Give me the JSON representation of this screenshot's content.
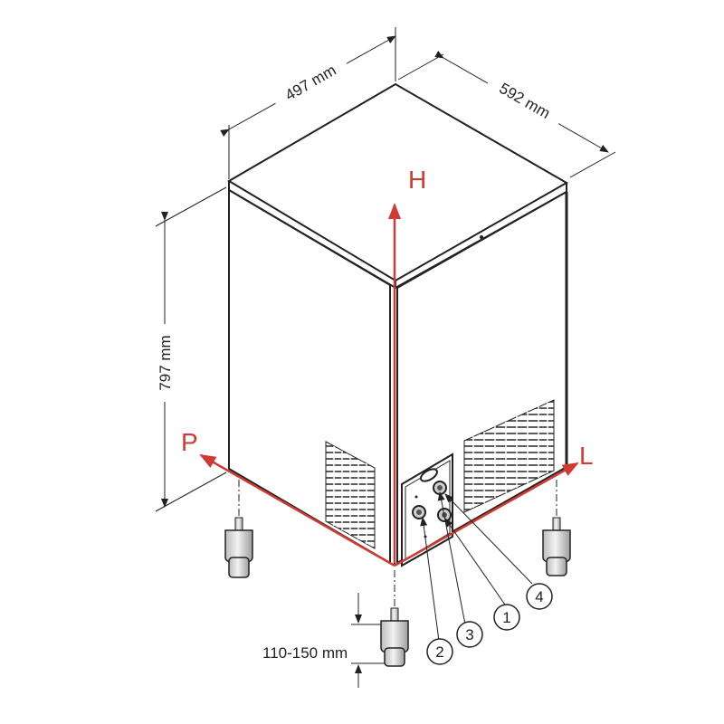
{
  "dimensions": {
    "width": "497 mm",
    "depth": "592 mm",
    "height": "797 mm",
    "feet": "110-150 mm"
  },
  "axes": {
    "h": "H",
    "p": "P",
    "l": "L"
  },
  "callouts": [
    "1",
    "2",
    "3",
    "4"
  ],
  "colors": {
    "axis": "#d03a33",
    "line": "#222222",
    "feet": "#dcdcdc"
  }
}
